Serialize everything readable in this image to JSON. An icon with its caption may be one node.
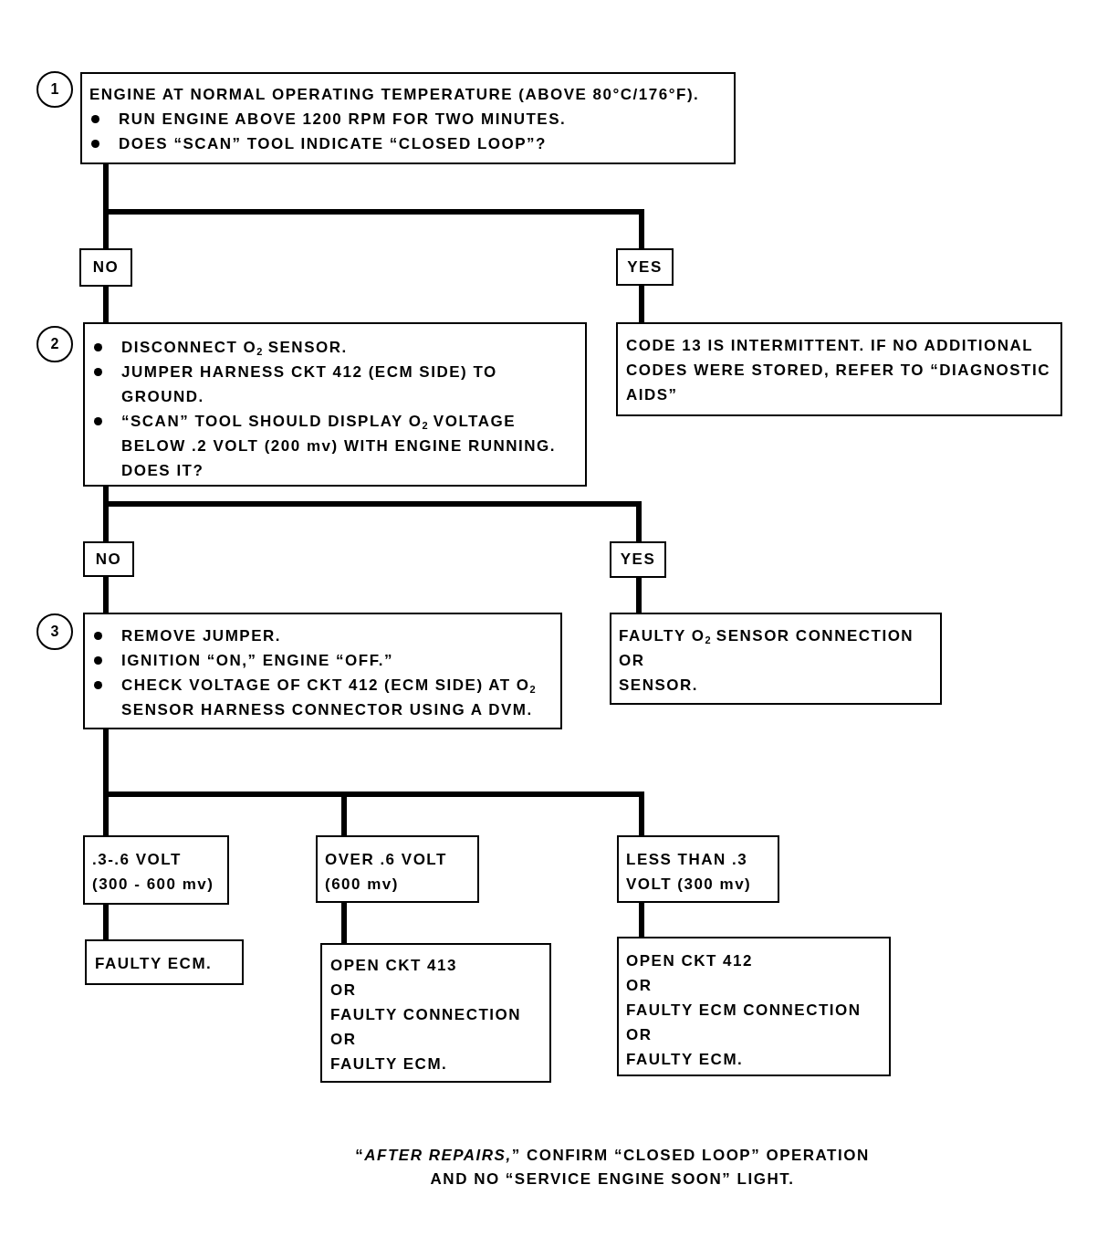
{
  "diagram": {
    "caption": "“*AFTER REPAIRS,*” CONFIRM “CLOSED LOOP” OPERATION AND NO “SERVICE ENGINE SOON” LIGHT.",
    "nodes": [
      {
        "text": [
          "1"
        ]
      },
      {
        "text": [
          "ENGINE AT NORMAL OPERATING TEMPERATURE (ABOVE 80°C/176°F).",
          "RUN ENGINE ABOVE 1200 RPM FOR TWO MINUTES.",
          "DOES “SCAN” TOOL INDICATE “CLOSED LOOP”?"
        ]
      },
      {
        "text": [
          "NO"
        ]
      },
      {
        "text": [
          "YES"
        ]
      },
      {
        "text": [
          "2"
        ]
      },
      {
        "text": [
          "DISCONNECT O$_{2}$ SENSOR.",
          "JUMPER HARNESS CKT 412 (ECM SIDE) TO GROUND.",
          "“SCAN” TOOL SHOULD DISPLAY O$_{2}$ VOLTAGE BELOW .2 VOLT (200 mv) WITH ENGINE RUNNING. DOES IT?"
        ]
      },
      {
        "text": [
          "CODE 13 IS INTERMITTENT. IF NO ADDITIONAL CODES WERE STORED, REFER TO “DIAGNOSTIC AIDS”"
        ]
      },
      {
        "text": [
          "NO"
        ]
      },
      {
        "text": [
          "YES"
        ]
      },
      {
        "text": [
          "3"
        ]
      },
      {
        "text": [
          "REMOVE JUMPER.",
          "IGNITION “ON,” ENGINE “OFF.”",
          "CHECK VOLTAGE OF CKT 412 (ECM SIDE) AT O$_{2}$ SENSOR HARNESS CONNECTOR USING A DVM."
        ]
      },
      {
        "text": [
          "FAULTY O$_{2}$ SENSOR CONNECTION",
          "OR",
          "SENSOR."
        ]
      },
      {
        "text": [
          ".3-.6 VOLT (300 - 600 mv)"
        ]
      },
      {
        "text": [
          "OVER .6 VOLT (600 mv)"
        ]
      },
      {
        "text": [
          "LESS THAN .3 VOLT (300 mv)"
        ]
      },
      {
        "text": [
          "FAULTY ECM."
        ]
      },
      {
        "text": [
          "OPEN CKT 413",
          "OR",
          "FAULTY CONNECTION",
          "OR",
          "FAULTY ECM."
        ]
      },
      {
        "text": [
          "OPEN CKT 412",
          "OR",
          "FAULTY ECM CONNECTION",
          "OR",
          "FAULTY ECM."
        ]
      }
    ],
    "edges": [
      {
        "from": 1,
        "to": 2,
        "arrow": "none"
      },
      {
        "from": 1,
        "to": 3,
        "arrow": "none"
      },
      {
        "from": 2,
        "to": 5,
        "arrow": "none"
      },
      {
        "from": 3,
        "to": 6,
        "arrow": "none"
      },
      {
        "from": 5,
        "to": 7,
        "arrow": "none"
      },
      {
        "from": 5,
        "to": 8,
        "arrow": "none"
      },
      {
        "from": 7,
        "to": 10,
        "arrow": "none"
      },
      {
        "from": 8,
        "to": 11,
        "arrow": "none"
      },
      {
        "from": 10,
        "to": 12,
        "arrow": "none"
      },
      {
        "from": 10,
        "to": 13,
        "arrow": "none"
      },
      {
        "from": 10,
        "to": 14,
        "arrow": "none"
      },
      {
        "from": 12,
        "to": 15,
        "arrow": "none"
      },
      {
        "from": 13,
        "to": 16,
        "arrow": "none"
      },
      {
        "from": 14,
        "to": 17,
        "arrow": "none"
      }
    ]
  }
}
